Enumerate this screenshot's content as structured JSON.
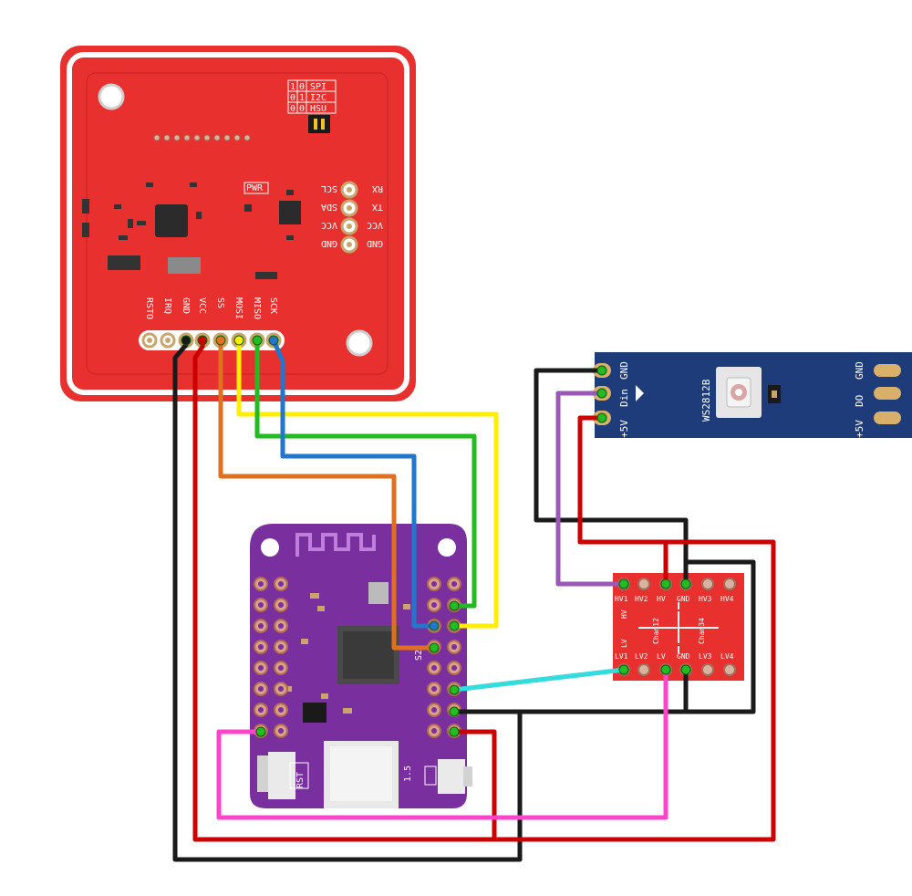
{
  "rfid_module": {
    "pin_labels": [
      "RSTO",
      "IRQ",
      "GND",
      "VCC",
      "SS",
      "MOSI",
      "MISO",
      "SCK"
    ],
    "side_labels_left": [
      "SCL",
      "SDA",
      "VCC",
      "GND"
    ],
    "side_labels_right": [
      "RX",
      "TX",
      "VCC",
      "GND"
    ],
    "pwr_label": "PWR",
    "mode_table": [
      [
        "SPI",
        "0",
        "1"
      ],
      [
        "I2C",
        "1",
        "0"
      ],
      [
        "HSU",
        "0",
        "0"
      ]
    ]
  },
  "led_strip": {
    "chip_label": "WS2812B",
    "in_labels": [
      "+5V",
      "Din",
      "GND"
    ],
    "out_labels": [
      "+5V",
      "DO",
      "GND"
    ]
  },
  "level_shifter": {
    "top_labels": [
      "HV1",
      "HV2",
      "HV",
      "GND",
      "HV3",
      "HV4"
    ],
    "bottom_labels": [
      "LV1",
      "LV2",
      "LV",
      "GND",
      "LV3",
      "LV4"
    ],
    "side_hv": "HV",
    "side_lv": "LV",
    "chan12": "Chan12",
    "chan34": "Chan34"
  },
  "wemos_board": {
    "rst_label": "RST",
    "version_label": "1.5",
    "chip_label": "S2"
  },
  "colors": {
    "gnd": "#1a1a1a",
    "vcc": "#cc0000",
    "ss": "#e07020",
    "mosi": "#ffee00",
    "miso": "#22bb22",
    "sck": "#2277cc",
    "din": "#9b59b6",
    "data": "#33dddd",
    "lv": "#ff44cc"
  }
}
